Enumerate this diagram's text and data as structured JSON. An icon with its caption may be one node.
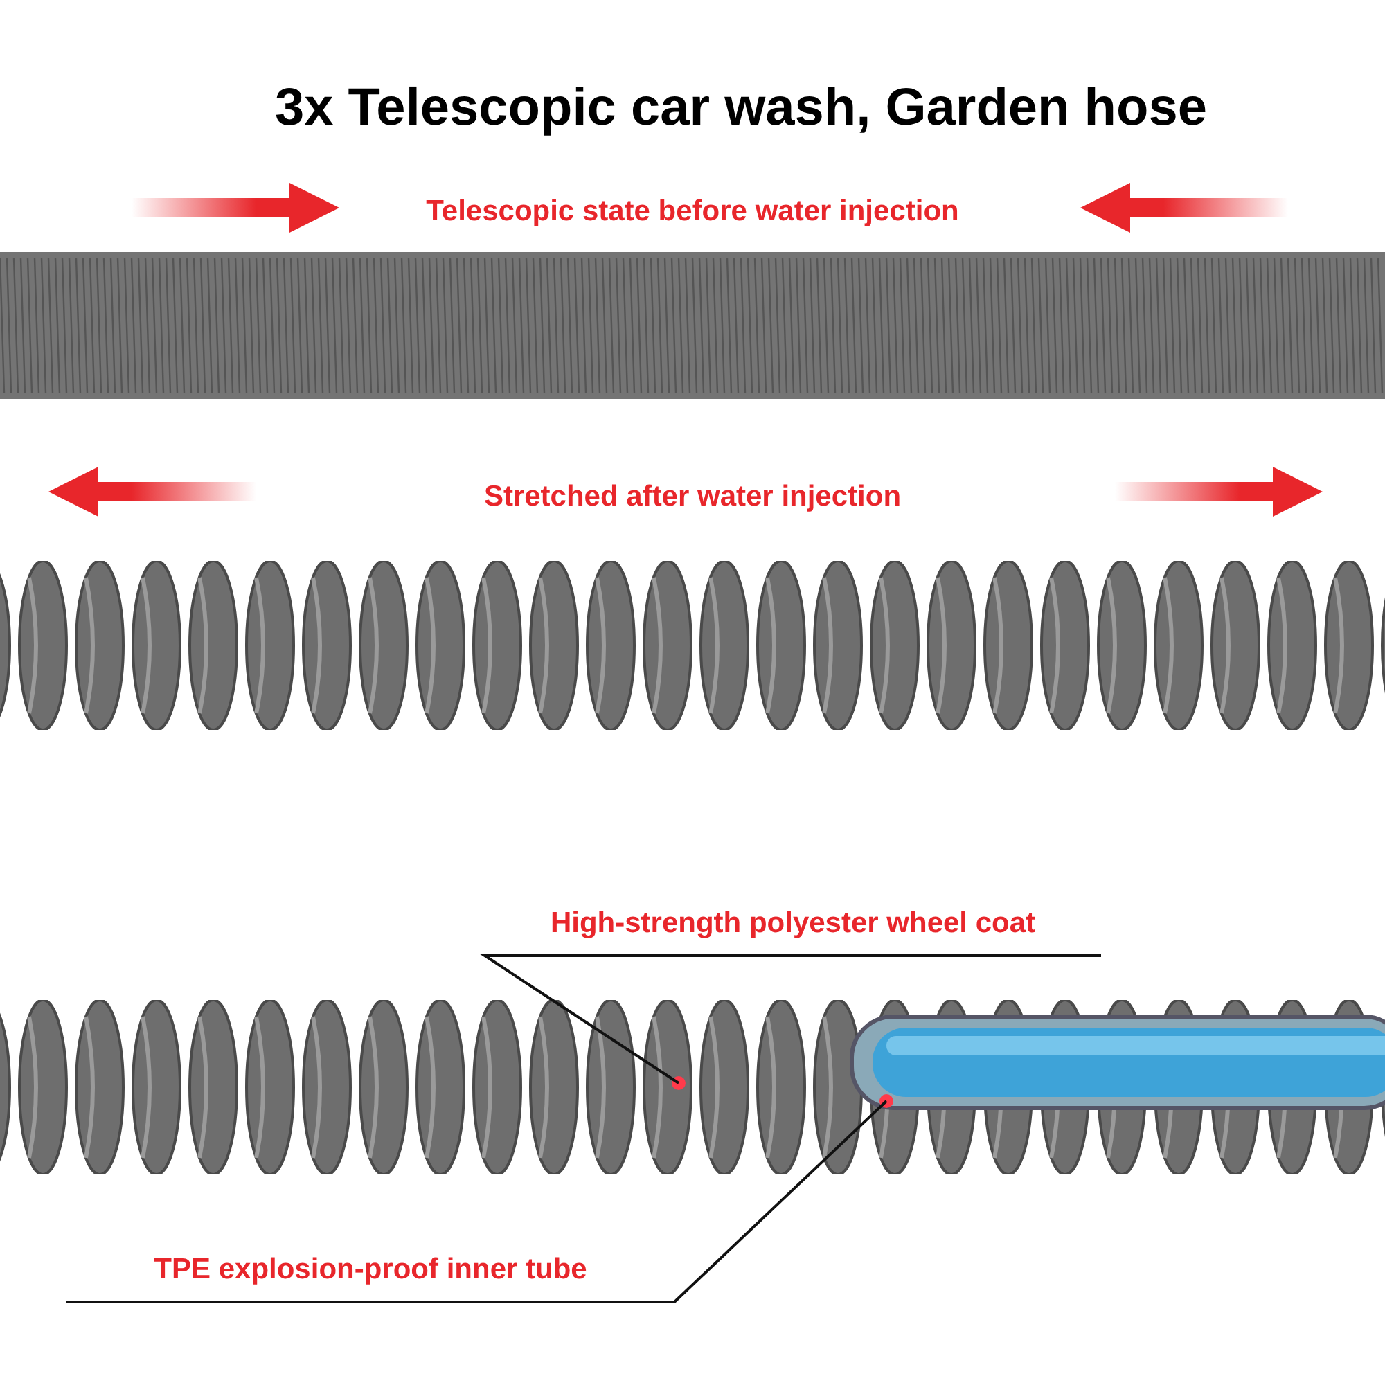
{
  "diagram": {
    "title": "3x Telescopic car wash, Garden hose",
    "nodes": [
      {
        "text": [
          "High-strength polyester wheel coat"
        ]
      },
      {
        "text": [
          "TPE explosion-proof inner tube"
        ]
      }
    ],
    "edges": [
      {
        "from": 0,
        "to": null,
        "arrow": "none"
      },
      {
        "from": 1,
        "to": null,
        "arrow": "none"
      }
    ],
    "labels": [
      "Telescopic state before water injection",
      "Stretched after water injection"
    ]
  }
}
